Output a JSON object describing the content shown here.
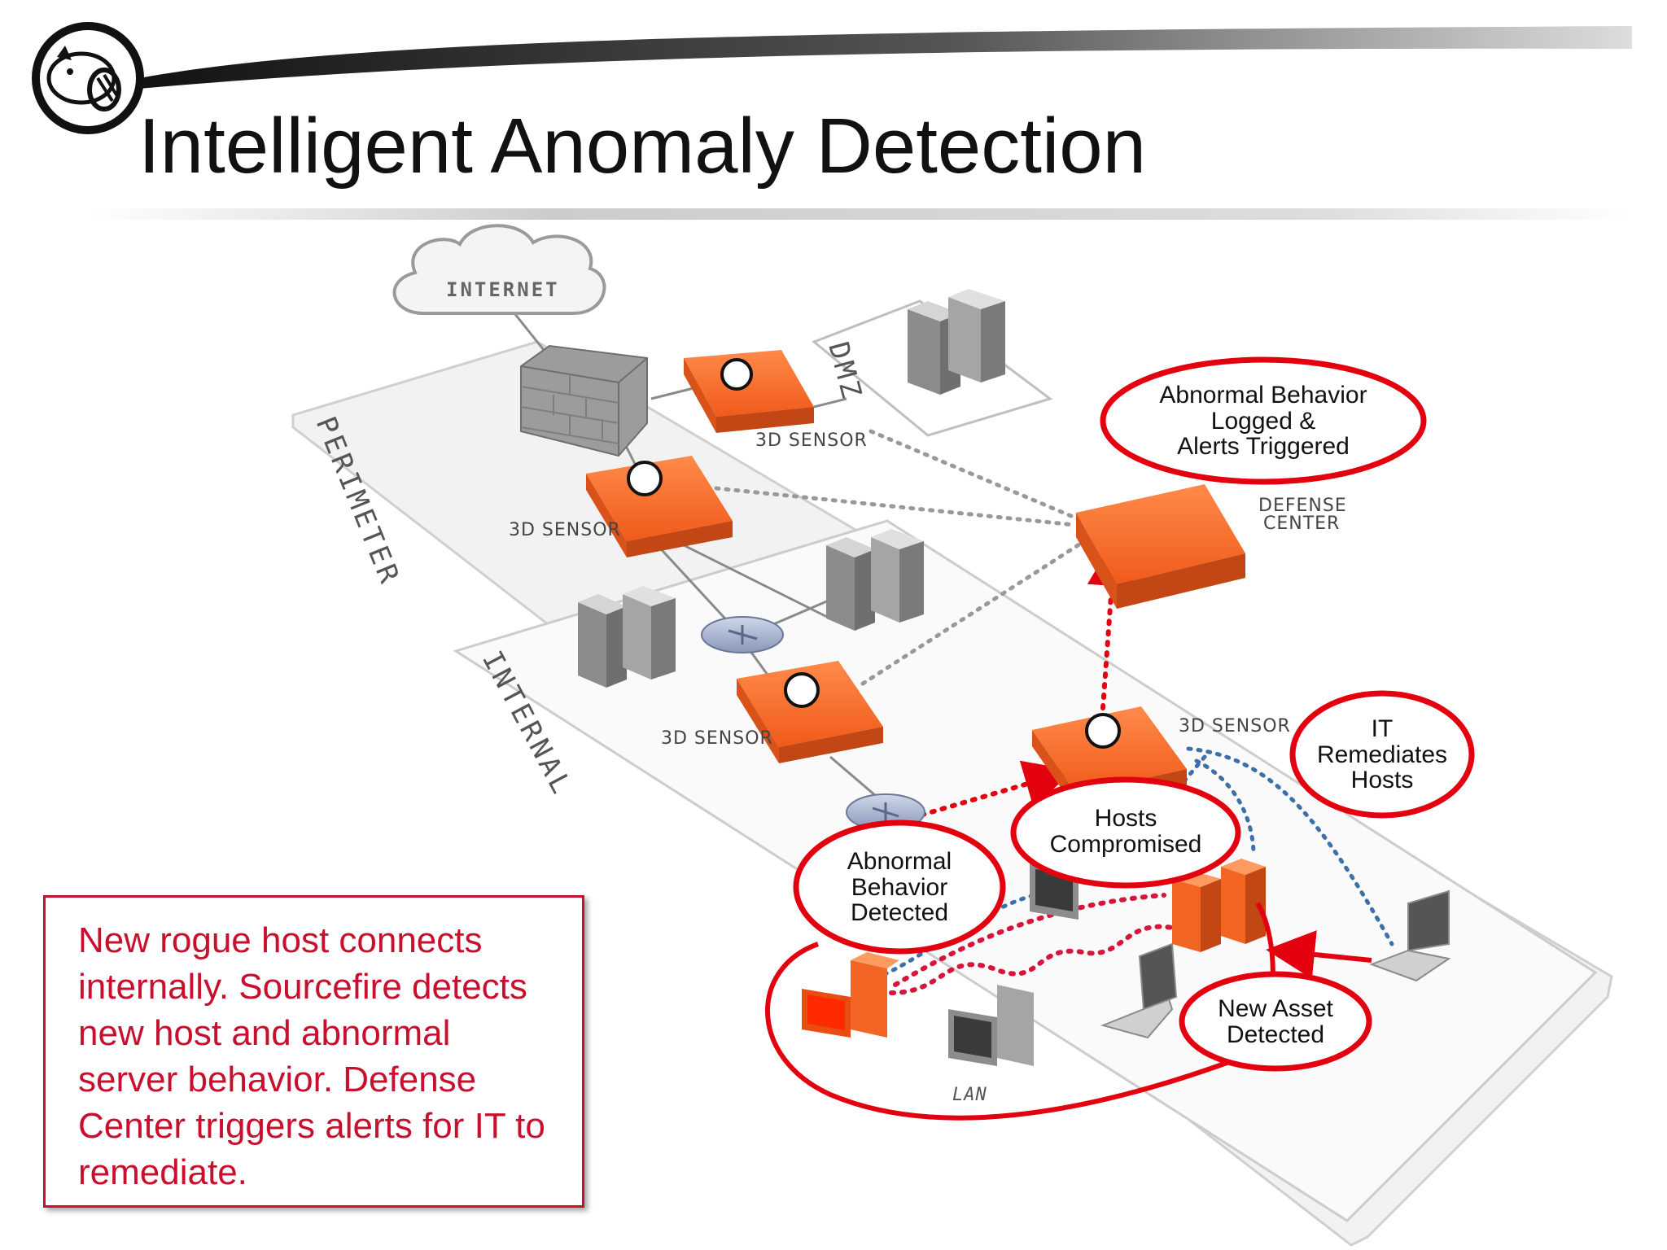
{
  "slide": {
    "title": "Intelligent Anomaly Detection",
    "caption": "New rogue host connects internally. Sourcefire detects new host and abnormal server behavior. Defense Center triggers alerts for IT to remediate."
  },
  "diagram": {
    "internet_label": "INTERNET",
    "zones": {
      "perimeter": "PERIMETER",
      "internal": "INTERNAL",
      "dmz": "DMZ",
      "lan": "LAN"
    },
    "sensor_label": "3D SENSOR",
    "defense_center": {
      "line1": "DEFENSE",
      "line2": "CENTER"
    },
    "callouts": {
      "logged": [
        "Abnormal Behavior",
        "Logged &",
        "Alerts Triggered"
      ],
      "it_remediates": [
        "IT",
        "Remediates",
        "Hosts"
      ],
      "hosts_compromised": [
        "Hosts",
        "Compromised"
      ],
      "abnormal_detected": [
        "Abnormal",
        "Behavior",
        "Detected"
      ],
      "new_asset": [
        "New Asset",
        "Detected"
      ]
    }
  },
  "colors": {
    "accent_red": "#e3000f",
    "caption_red": "#c8102e",
    "sensor_orange": "#f26522",
    "dotted_gray": "#999999",
    "dotted_blue": "#3d6fa8"
  },
  "icons": {
    "logo": "sourcefire-pig-logo-icon",
    "firewall": "firewall-brick-icon",
    "server": "server-tower-icon",
    "router": "router-icon",
    "cloud": "cloud-icon",
    "laptop": "laptop-icon",
    "workstation": "workstation-icon"
  }
}
